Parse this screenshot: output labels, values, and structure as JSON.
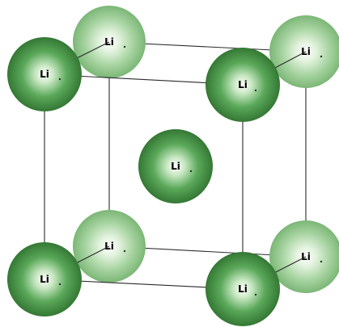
{
  "diagram": {
    "structure": "body-centered cubic unit cell",
    "element_symbol": "Li",
    "atom_color": "#2e8b2e",
    "back_atom_color": "#8fc98f"
  },
  "atoms": [
    {
      "id": "back-top-left",
      "label": "Li"
    },
    {
      "id": "back-top-right",
      "label": "Li"
    },
    {
      "id": "back-bottom-left",
      "label": "Li"
    },
    {
      "id": "back-bottom-right",
      "label": "Li"
    },
    {
      "id": "center",
      "label": "Li"
    },
    {
      "id": "front-top-left",
      "label": "Li"
    },
    {
      "id": "front-top-right",
      "label": "Li"
    },
    {
      "id": "front-bottom-left",
      "label": "Li"
    },
    {
      "id": "front-bottom-right",
      "label": "Li"
    }
  ]
}
